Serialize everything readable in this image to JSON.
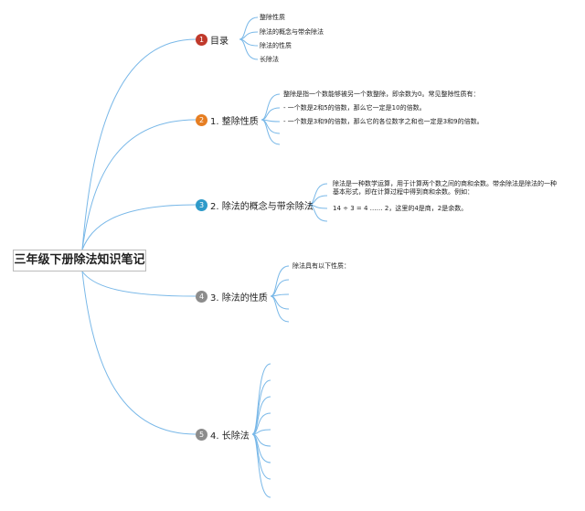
{
  "root": {
    "title": "三年级下册除法知识笔记"
  },
  "branches": [
    {
      "num": "1",
      "label": "目录",
      "color": "#c0392b",
      "children": [
        "整除性质",
        "除法的概念与带余除法",
        "除法的性质",
        "长除法"
      ]
    },
    {
      "num": "2",
      "label": "1. 整除性质",
      "color": "#e67e22",
      "children": [
        "整除是指一个数能够被另一个数整除，即余数为0。常见整除性质有：",
        "- 一个数是2和5的倍数，那么它一定是10的倍数。",
        "- 一个数是3和9的倍数，那么它的各位数字之和也一定是3和9的倍数。"
      ]
    },
    {
      "num": "3",
      "label": "2. 除法的概念与带余除法",
      "color": "#2e9ac9",
      "children": [
        "除法是一种数学运算，用于计算两个数之间的商和余数。带余除法是除法的一种基本形式，即在计算过程中得到商和余数。例如：",
        "14 ÷ 3 = 4 …… 2，这里的4是商，2是余数。"
      ]
    },
    {
      "num": "4",
      "label": "3. 除法的性质",
      "color": "#8c8c8c",
      "children": [
        "除法具有以下性质："
      ]
    },
    {
      "num": "5",
      "label": "4. 长除法",
      "color": "#8c8c8c",
      "children": []
    }
  ],
  "colors": {
    "line": "#79b8e8",
    "root_border": "#bbbbbb"
  }
}
